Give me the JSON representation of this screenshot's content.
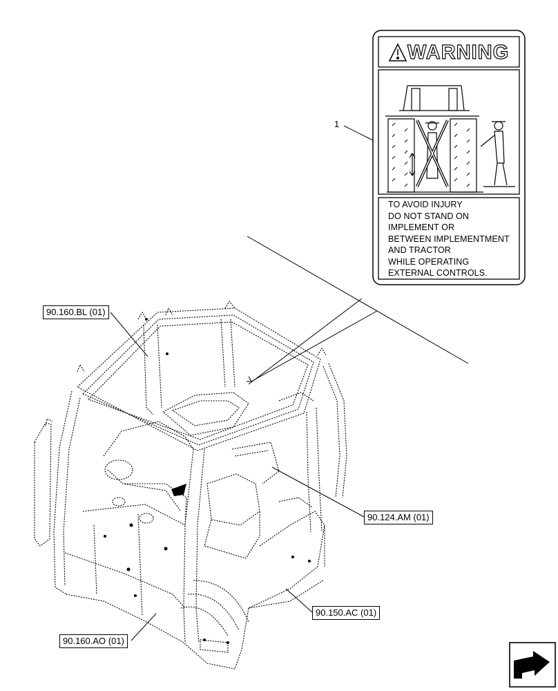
{
  "warning_decal": {
    "callout_number": "1",
    "title": "WARNING",
    "lines": [
      "TO AVOID INJURY",
      "DO NOT STAND ON",
      "IMPLEMENT OR",
      "BETWEEN IMPLEMENTMENT",
      "AND TRACTOR",
      "WHILE OPERATING",
      "EXTERNAL CONTROLS."
    ]
  },
  "references": {
    "top_left": "90.160.BL (01)",
    "mid_right": "90.124.AM (01)",
    "bottom_right": "90.150.AC (01)",
    "bottom_left": "90.160.AO (01)"
  },
  "icons": {
    "cab": "tractor-cab-frame-drawing",
    "nav": "next-page-arrow-icon"
  }
}
